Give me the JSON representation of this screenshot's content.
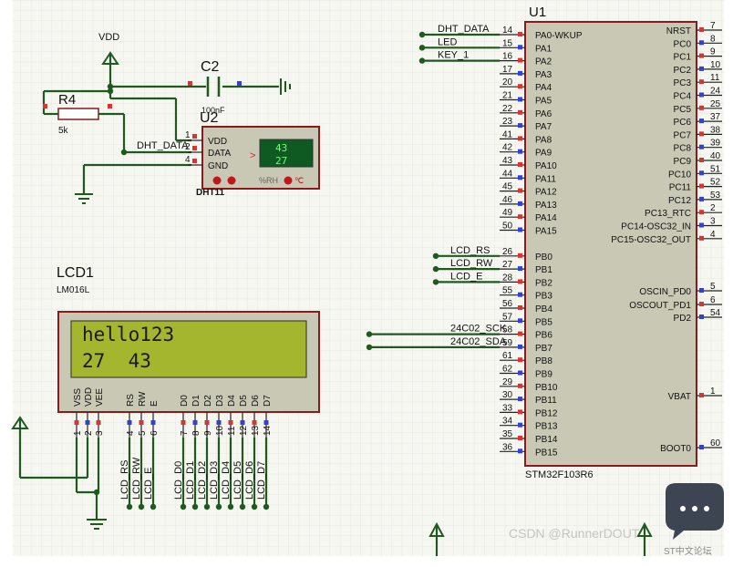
{
  "mcu": {
    "ref": "U1",
    "part": "STM32F103R6",
    "left_pins": [
      {
        "num": "14",
        "name": "PA0-WKUP",
        "net": "DHT_DATA"
      },
      {
        "num": "15",
        "name": "PA1",
        "net": "LED"
      },
      {
        "num": "16",
        "name": "PA2",
        "net": "KEY_1"
      },
      {
        "num": "17",
        "name": "PA3",
        "net": ""
      },
      {
        "num": "20",
        "name": "PA4",
        "net": ""
      },
      {
        "num": "21",
        "name": "PA5",
        "net": ""
      },
      {
        "num": "22",
        "name": "PA6",
        "net": ""
      },
      {
        "num": "23",
        "name": "PA7",
        "net": ""
      },
      {
        "num": "41",
        "name": "PA8",
        "net": ""
      },
      {
        "num": "42",
        "name": "PA9",
        "net": ""
      },
      {
        "num": "43",
        "name": "PA10",
        "net": ""
      },
      {
        "num": "44",
        "name": "PA11",
        "net": ""
      },
      {
        "num": "45",
        "name": "PA12",
        "net": ""
      },
      {
        "num": "46",
        "name": "PA13",
        "net": ""
      },
      {
        "num": "49",
        "name": "PA14",
        "net": ""
      },
      {
        "num": "50",
        "name": "PA15",
        "net": ""
      },
      {
        "num": "26",
        "name": "PB0",
        "net": "LCD_RS"
      },
      {
        "num": "27",
        "name": "PB1",
        "net": "LCD_RW"
      },
      {
        "num": "28",
        "name": "PB2",
        "net": "LCD_E"
      },
      {
        "num": "55",
        "name": "PB3",
        "net": ""
      },
      {
        "num": "56",
        "name": "PB4",
        "net": ""
      },
      {
        "num": "57",
        "name": "PB5",
        "net": ""
      },
      {
        "num": "58",
        "name": "PB6",
        "net": "24C02_SCK"
      },
      {
        "num": "59",
        "name": "PB7",
        "net": "24C02_SDA"
      },
      {
        "num": "61",
        "name": "PB8",
        "net": ""
      },
      {
        "num": "62",
        "name": "PB9",
        "net": ""
      },
      {
        "num": "29",
        "name": "PB10",
        "net": ""
      },
      {
        "num": "30",
        "name": "PB11",
        "net": ""
      },
      {
        "num": "33",
        "name": "PB12",
        "net": ""
      },
      {
        "num": "34",
        "name": "PB13",
        "net": ""
      },
      {
        "num": "35",
        "name": "PB14",
        "net": ""
      },
      {
        "num": "36",
        "name": "PB15",
        "net": ""
      }
    ],
    "right_pins": [
      {
        "num": "7",
        "name": "NRST"
      },
      {
        "num": "8",
        "name": "PC0"
      },
      {
        "num": "9",
        "name": "PC1"
      },
      {
        "num": "10",
        "name": "PC2"
      },
      {
        "num": "11",
        "name": "PC3"
      },
      {
        "num": "24",
        "name": "PC4"
      },
      {
        "num": "25",
        "name": "PC5"
      },
      {
        "num": "37",
        "name": "PC6"
      },
      {
        "num": "38",
        "name": "PC7"
      },
      {
        "num": "39",
        "name": "PC8"
      },
      {
        "num": "40",
        "name": "PC9"
      },
      {
        "num": "51",
        "name": "PC10"
      },
      {
        "num": "52",
        "name": "PC11"
      },
      {
        "num": "53",
        "name": "PC12"
      },
      {
        "num": "2",
        "name": "PC13_RTC"
      },
      {
        "num": "3",
        "name": "PC14-OSC32_IN"
      },
      {
        "num": "4",
        "name": "PC15-OSC32_OUT"
      },
      {
        "num": "5",
        "name": "OSCIN_PD0"
      },
      {
        "num": "6",
        "name": "OSCOUT_PD1"
      },
      {
        "num": "54",
        "name": "PD2"
      },
      {
        "num": "1",
        "name": "VBAT"
      },
      {
        "num": "60",
        "name": "BOOT0"
      }
    ]
  },
  "dht": {
    "ref": "U2",
    "part": "DHT11",
    "pins": [
      {
        "num": "1",
        "name": "VDD"
      },
      {
        "num": "2",
        "name": "DATA"
      },
      {
        "num": "4",
        "name": "GND"
      }
    ],
    "humidity": "43",
    "temperature": "27",
    "rh_label": "%RH",
    "deg_symbol": "℃",
    "arrow": ">",
    "net_label": "DHT_DATA"
  },
  "resistor": {
    "ref": "R4",
    "value": "5k"
  },
  "capacitor": {
    "ref": "C2",
    "value": "100nF"
  },
  "vdd_label": "VDD",
  "lcd": {
    "ref": "LCD1",
    "part": "LM016L",
    "line1": "hello123",
    "line2": "27  43",
    "pins": [
      {
        "num": "1",
        "name": "VSS",
        "net": ""
      },
      {
        "num": "2",
        "name": "VDD",
        "net": ""
      },
      {
        "num": "3",
        "name": "VEE",
        "net": ""
      },
      {
        "num": "4",
        "name": "RS",
        "net": "LCD_RS"
      },
      {
        "num": "5",
        "name": "RW",
        "net": "LCD_RW"
      },
      {
        "num": "6",
        "name": "E",
        "net": "LCD_E"
      },
      {
        "num": "7",
        "name": "D0",
        "net": "LCD_D0"
      },
      {
        "num": "8",
        "name": "D1",
        "net": "LCD_D1"
      },
      {
        "num": "9",
        "name": "D2",
        "net": "LCD_D2"
      },
      {
        "num": "10",
        "name": "D3",
        "net": "LCD_D3"
      },
      {
        "num": "11",
        "name": "D4",
        "net": "LCD_D4"
      },
      {
        "num": "12",
        "name": "D5",
        "net": "LCD_D5"
      },
      {
        "num": "13",
        "name": "D6",
        "net": "LCD_D6"
      },
      {
        "num": "14",
        "name": "D7",
        "net": "LCD_D7"
      }
    ]
  },
  "watermark": {
    "text": "CSDN @RunnerDOUT",
    "badge": "ST中文论坛"
  },
  "colors": {
    "wire": "#1e5a1e",
    "chip_fill": "#c8c8b4",
    "chip_border": "#8b1a1a",
    "lcd_screen": "#a4b62e",
    "dht_screen": "#0e5a22",
    "dht_digits": "#6fff6f",
    "pin_red": "#e23030",
    "pin_blue": "#2f3fe0",
    "grid": "#e6e6e1"
  }
}
